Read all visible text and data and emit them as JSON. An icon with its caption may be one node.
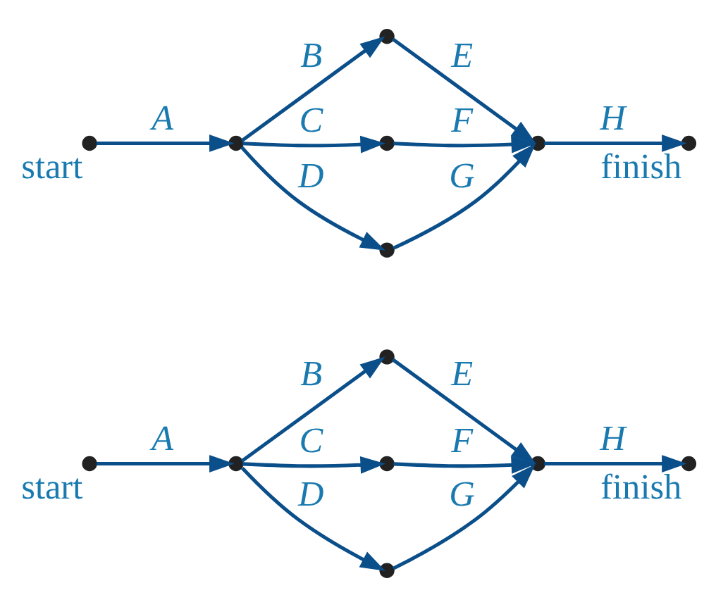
{
  "diagram": {
    "nodes": [
      {
        "text": [],
        "shape": "circle",
        "beside": [
          "start"
        ]
      },
      {
        "text": [],
        "shape": "circle"
      },
      {
        "text": [],
        "shape": "circle"
      },
      {
        "text": [],
        "shape": "circle"
      },
      {
        "text": [],
        "shape": "circle"
      },
      {
        "text": [],
        "shape": "circle"
      },
      {
        "text": [],
        "shape": "circle",
        "beside": [
          "finish"
        ]
      },
      {
        "text": [],
        "shape": "circle",
        "beside": [
          "start"
        ]
      },
      {
        "text": [],
        "shape": "circle"
      },
      {
        "text": [],
        "shape": "circle"
      },
      {
        "text": [],
        "shape": "circle"
      },
      {
        "text": [],
        "shape": "circle"
      },
      {
        "text": [],
        "shape": "circle"
      },
      {
        "text": [],
        "shape": "circle",
        "beside": [
          "finish"
        ]
      }
    ],
    "edges": [
      {
        "from": 0,
        "to": 1,
        "arrow": "to",
        "label": "A"
      },
      {
        "from": 1,
        "to": 2,
        "arrow": "to",
        "label": "B"
      },
      {
        "from": 1,
        "to": 3,
        "arrow": "to",
        "label": "C"
      },
      {
        "from": 1,
        "to": 4,
        "arrow": "to",
        "label": "D"
      },
      {
        "from": 2,
        "to": 5,
        "arrow": "to",
        "label": "E"
      },
      {
        "from": 3,
        "to": 5,
        "arrow": "to",
        "label": "F"
      },
      {
        "from": 4,
        "to": 5,
        "arrow": "to",
        "label": "G"
      },
      {
        "from": 5,
        "to": 6,
        "arrow": "to",
        "label": "H"
      },
      {
        "from": 7,
        "to": 8,
        "arrow": "to",
        "label": "A"
      },
      {
        "from": 8,
        "to": 9,
        "arrow": "to",
        "label": "B"
      },
      {
        "from": 8,
        "to": 10,
        "arrow": "to",
        "label": "C"
      },
      {
        "from": 8,
        "to": 11,
        "arrow": "to",
        "label": "D"
      },
      {
        "from": 9,
        "to": 12,
        "arrow": "to",
        "label": "E"
      },
      {
        "from": 10,
        "to": 12,
        "arrow": "to",
        "label": "F"
      },
      {
        "from": 11,
        "to": 12,
        "arrow": "to",
        "label": "G"
      },
      {
        "from": 12,
        "to": 13,
        "arrow": "to",
        "label": "H"
      }
    ]
  }
}
